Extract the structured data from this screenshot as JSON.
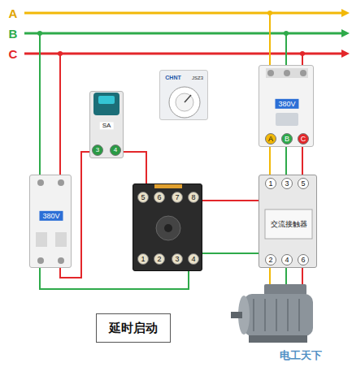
{
  "diagram": {
    "title": "延时启动",
    "nodes": [
      {
        "text": [
          "380V",
          "A",
          "B",
          "C"
        ]
      },
      {
        "text": [
          "CHNT",
          "JSZ3"
        ]
      },
      {
        "text": [
          "SA",
          "3",
          "4"
        ]
      },
      {
        "text": [
          "380V"
        ]
      },
      {
        "text": [
          "5",
          "6",
          "7",
          "8",
          "1",
          "2",
          "3",
          "4"
        ]
      },
      {
        "text": [
          "1",
          "3",
          "5",
          "交流接触器",
          "2",
          "4",
          "6"
        ]
      }
    ],
    "edges": [
      {
        "from": 3,
        "to": 2,
        "arrow": "none"
      },
      {
        "from": 2,
        "to": 4,
        "arrow": "none"
      },
      {
        "from": 3,
        "to": 4,
        "arrow": "none"
      },
      {
        "from": 4,
        "to": 5,
        "arrow": "none"
      },
      {
        "from": 4,
        "to": 5,
        "arrow": "none"
      },
      {
        "from": 0,
        "to": 5,
        "arrow": "none"
      },
      {
        "from": 0,
        "to": 5,
        "arrow": "none"
      },
      {
        "from": 0,
        "to": 5,
        "arrow": "none"
      }
    ],
    "labels": [
      "A",
      "B",
      "C",
      "电工天下"
    ]
  }
}
